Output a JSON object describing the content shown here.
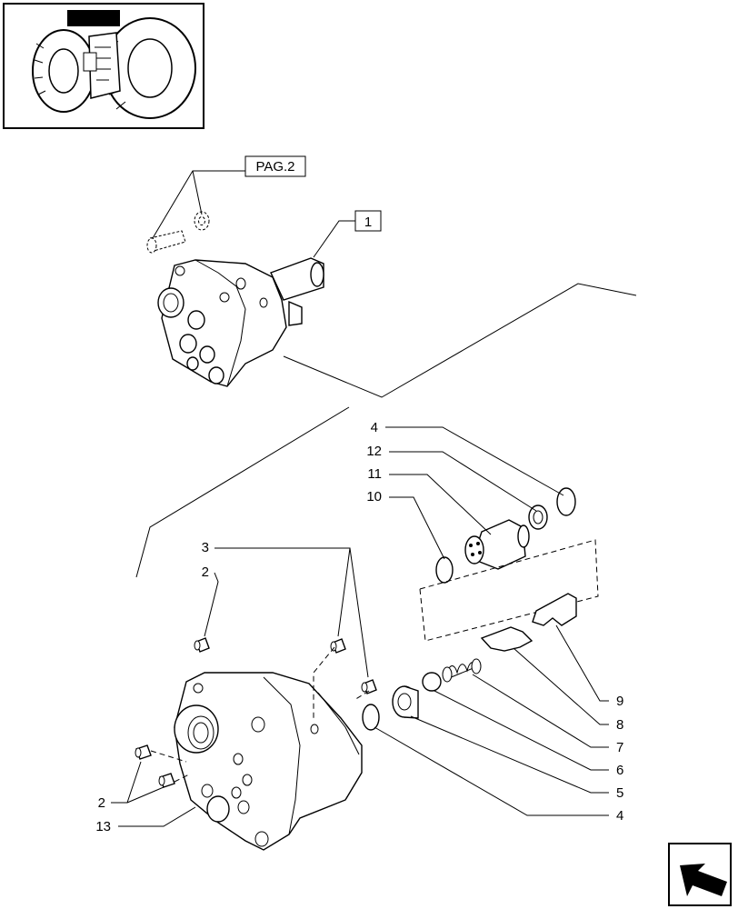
{
  "page_ref": "PAG.2",
  "callouts": [
    {
      "id": "c1",
      "label": "1"
    },
    {
      "id": "c4a",
      "label": "4"
    },
    {
      "id": "c12",
      "label": "12"
    },
    {
      "id": "c11",
      "label": "11"
    },
    {
      "id": "c10",
      "label": "10"
    },
    {
      "id": "c3",
      "label": "3"
    },
    {
      "id": "c2a",
      "label": "2"
    },
    {
      "id": "c9",
      "label": "9"
    },
    {
      "id": "c8",
      "label": "8"
    },
    {
      "id": "c7",
      "label": "7"
    },
    {
      "id": "c6",
      "label": "6"
    },
    {
      "id": "c5",
      "label": "5"
    },
    {
      "id": "c4b",
      "label": "4"
    },
    {
      "id": "c2b",
      "label": "2"
    },
    {
      "id": "c13",
      "label": "13"
    }
  ],
  "icons": {
    "thumbnail": "tractor-thumbnail-icon",
    "navigation": "next-page-arrow-icon"
  }
}
